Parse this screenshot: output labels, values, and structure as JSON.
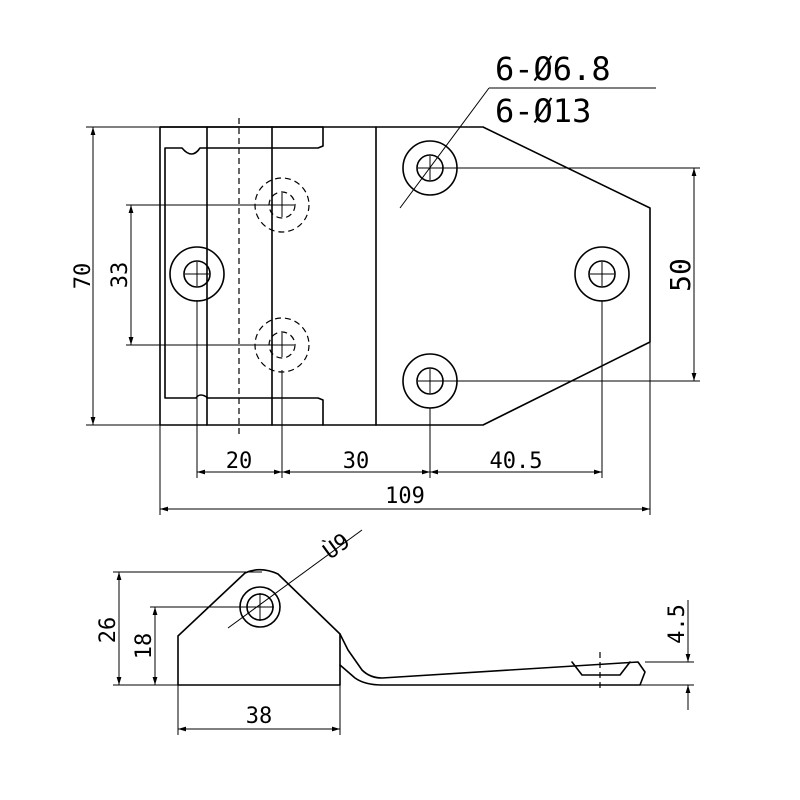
{
  "callouts": {
    "hole_small": "6-Ø6.8",
    "hole_large": "6-Ø13",
    "pin": "Ù9"
  },
  "dimensions": {
    "width_total": "109",
    "height_total": "70",
    "hole_spacing_left": "33",
    "hole_spacing_right": "50",
    "seg_1": "20",
    "seg_2": "30",
    "seg_3": "40.5",
    "side_height_total": "26",
    "side_height_pin": "18",
    "side_base_width": "38",
    "side_thickness": "4.5"
  }
}
